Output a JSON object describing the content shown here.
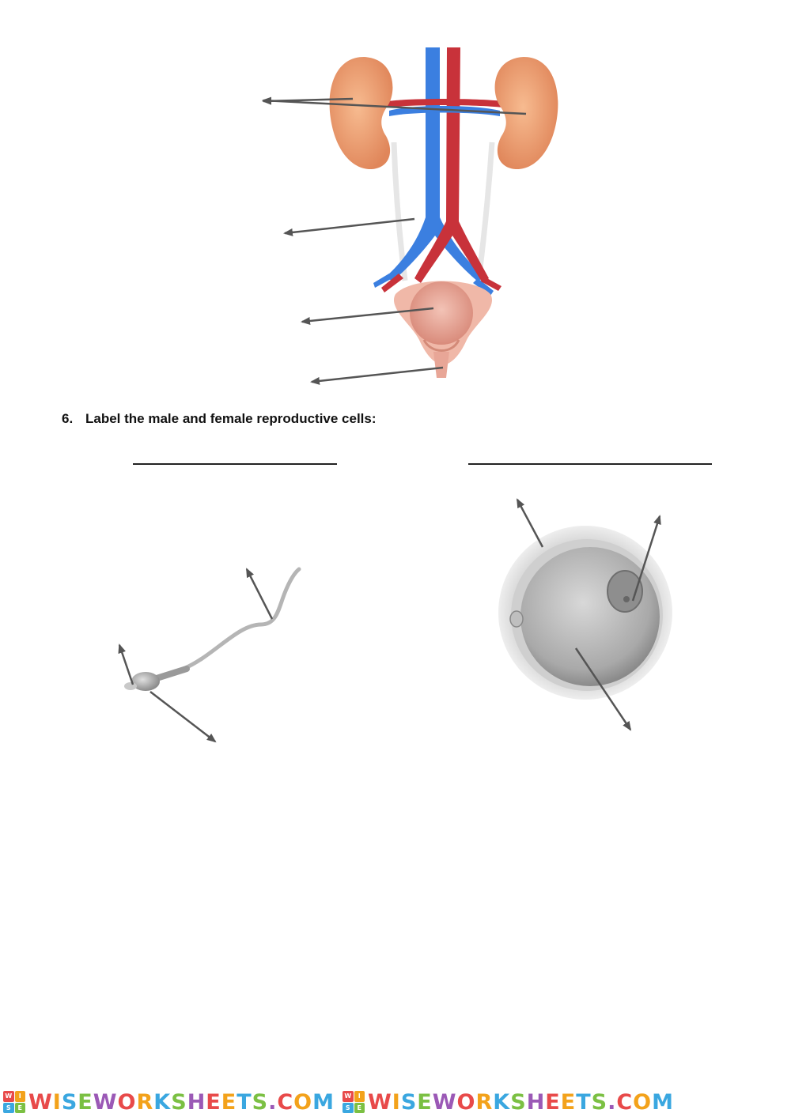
{
  "question": {
    "number": "6.",
    "text": "Label the male and female reproductive cells:"
  },
  "watermark": {
    "badge_letters": [
      "W",
      "I",
      "S",
      "E"
    ],
    "text": "WISEWORKSHEETS.COM",
    "repeat": 2
  },
  "colors": {
    "kidney": "#f2a87a",
    "artery": "#c8323a",
    "vein": "#3b7fe0",
    "bladder": "#e8a697",
    "arrow": "#555555",
    "cell_gray": "#bdbdbd"
  }
}
